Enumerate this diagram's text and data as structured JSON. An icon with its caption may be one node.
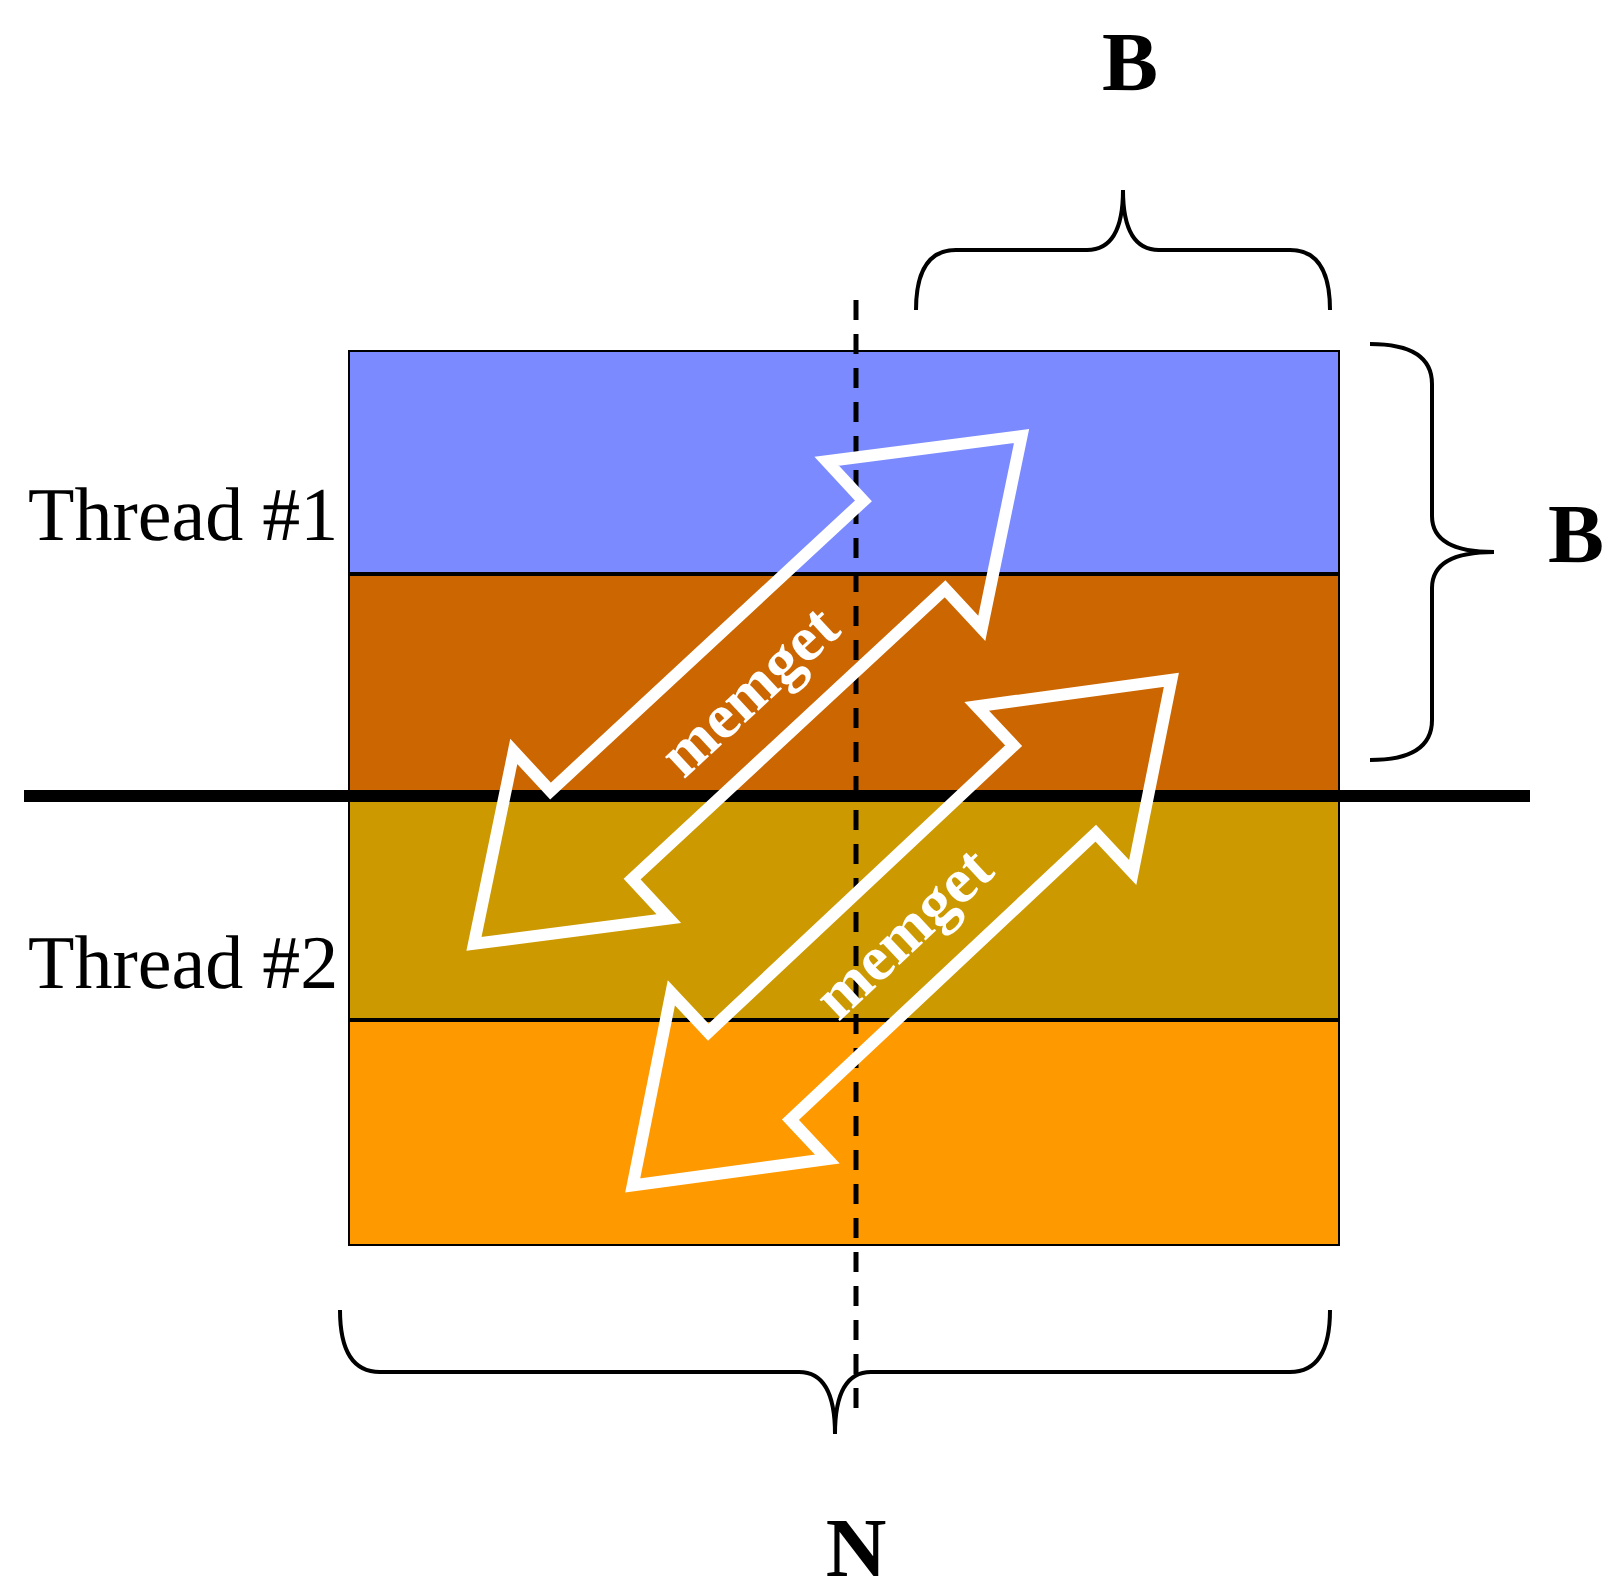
{
  "diagram": {
    "nodes": [
      {
        "text": [],
        "shape": "bar"
      },
      {
        "text": [],
        "shape": "bar"
      },
      {
        "text": [],
        "shape": "bar"
      },
      {
        "text": [],
        "shape": "bar"
      }
    ],
    "edges": [
      {
        "from": 2,
        "to": 0,
        "arrow": "both",
        "label": "memget"
      },
      {
        "from": 3,
        "to": 1,
        "arrow": "both",
        "label": "memget"
      }
    ],
    "labels": [
      "B",
      "Thread #1",
      "B",
      "Thread #2",
      "N"
    ]
  }
}
